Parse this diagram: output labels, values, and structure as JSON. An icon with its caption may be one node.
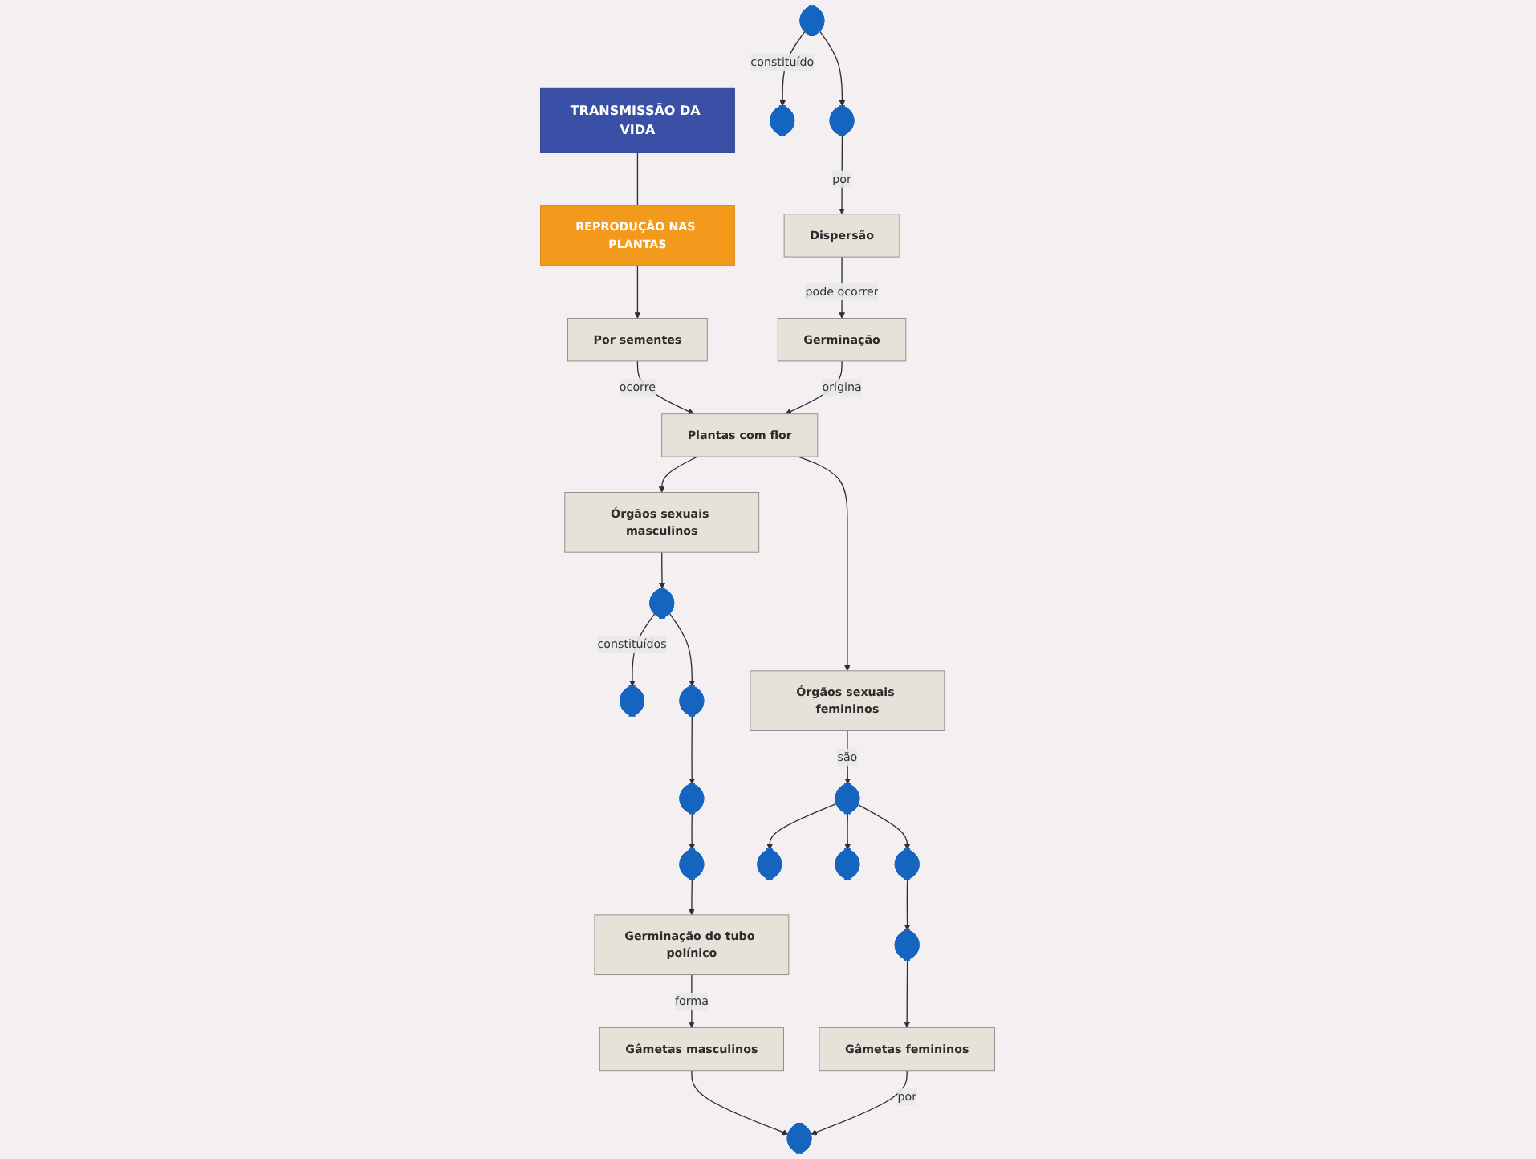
{
  "diagram": {
    "nodes": [
      {
        "text": [
          "TRANSMISSÃO DA VIDA"
        ]
      },
      {
        "text": [
          "REPRODUÇÃO NAS PLANTAS"
        ]
      },
      {
        "text": [
          "Por sementes"
        ]
      },
      {
        "text": [
          "Plantas com flor"
        ]
      },
      {
        "text": [
          "Órgãos sexuais masculinos"
        ]
      },
      {
        "text": [],
        "shape": "ellipse"
      },
      {
        "text": [],
        "shape": "ellipse"
      },
      {
        "text": [],
        "shape": "ellipse"
      },
      {
        "text": [],
        "shape": "ellipse"
      },
      {
        "text": [],
        "shape": "ellipse"
      },
      {
        "text": [
          "Germinação do tubo polínico"
        ]
      },
      {
        "text": [
          "Gâmetas masculinos"
        ]
      },
      {
        "text": [
          "Órgãos sexuais femininos"
        ]
      },
      {
        "text": [],
        "shape": "ellipse"
      },
      {
        "text": [],
        "shape": "ellipse"
      },
      {
        "text": [],
        "shape": "ellipse"
      },
      {
        "text": [],
        "shape": "ellipse"
      },
      {
        "text": [],
        "shape": "ellipse"
      },
      {
        "text": [
          "Gâmetas femininos"
        ]
      },
      {
        "text": [],
        "shape": "ellipse"
      },
      {
        "text": [],
        "shape": "ellipse"
      },
      {
        "text": [],
        "shape": "ellipse"
      },
      {
        "text": [],
        "shape": "ellipse"
      },
      {
        "text": [
          "Dispersão"
        ]
      },
      {
        "text": [
          "Germinação"
        ]
      }
    ],
    "edges": [
      {
        "from": 0,
        "to": 1,
        "arrow": "none"
      },
      {
        "from": 1,
        "to": 2,
        "arrow": "to"
      },
      {
        "from": 2,
        "to": 3,
        "label": "ocorre",
        "arrow": "to"
      },
      {
        "from": 3,
        "to": 4,
        "arrow": "to"
      },
      {
        "from": 3,
        "to": 12,
        "arrow": "to"
      },
      {
        "from": 4,
        "to": 5,
        "arrow": "to"
      },
      {
        "from": 5,
        "to": 6,
        "label": "constituídos",
        "arrow": "to"
      },
      {
        "from": 5,
        "to": 7,
        "arrow": "to"
      },
      {
        "from": 7,
        "to": 8,
        "arrow": "to"
      },
      {
        "from": 8,
        "to": 9,
        "arrow": "to"
      },
      {
        "from": 9,
        "to": 10,
        "arrow": "to"
      },
      {
        "from": 10,
        "to": 11,
        "label": "forma",
        "arrow": "to"
      },
      {
        "from": 12,
        "to": 13,
        "label": "são",
        "arrow": "to"
      },
      {
        "from": 13,
        "to": 14,
        "arrow": "to"
      },
      {
        "from": 13,
        "to": 15,
        "arrow": "to"
      },
      {
        "from": 13,
        "to": 16,
        "arrow": "to"
      },
      {
        "from": 16,
        "to": 17,
        "arrow": "to"
      },
      {
        "from": 17,
        "to": 18,
        "arrow": "to"
      },
      {
        "from": 18,
        "to": 19,
        "label": "por",
        "arrow": "to"
      },
      {
        "from": 11,
        "to": 19,
        "arrow": "to"
      },
      {
        "from": 20,
        "to": 21,
        "label": "constituído",
        "arrow": "to"
      },
      {
        "from": 20,
        "to": 22,
        "arrow": "to"
      },
      {
        "from": 22,
        "to": 23,
        "label": "por",
        "arrow": "to"
      },
      {
        "from": 23,
        "to": 24,
        "label": "pode ocorrer",
        "arrow": "to"
      },
      {
        "from": 24,
        "to": 3,
        "label": "origina",
        "arrow": "to"
      }
    ]
  }
}
